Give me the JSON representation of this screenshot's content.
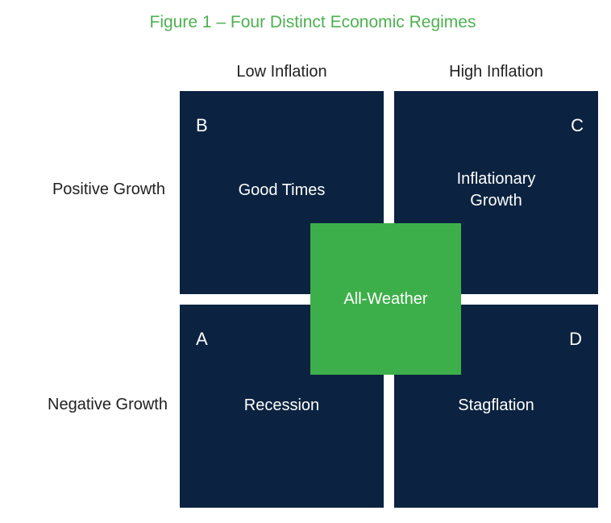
{
  "title": "Figure 1 – Four Distinct Economic Regimes",
  "columns": [
    "Low Inflation",
    "High Inflation"
  ],
  "rows": [
    "Positive Growth",
    "Negative Growth"
  ],
  "quadrants": {
    "b": {
      "letter": "B",
      "label": "Good Times"
    },
    "c": {
      "letter": "C",
      "label": "Inflationary Growth"
    },
    "a": {
      "letter": "A",
      "label": "Recession"
    },
    "d": {
      "letter": "D",
      "label": "Stagflation"
    }
  },
  "center": "All-Weather",
  "colors": {
    "navy": "#0b2340",
    "green": "#3daf4a",
    "title": "#4db151"
  }
}
